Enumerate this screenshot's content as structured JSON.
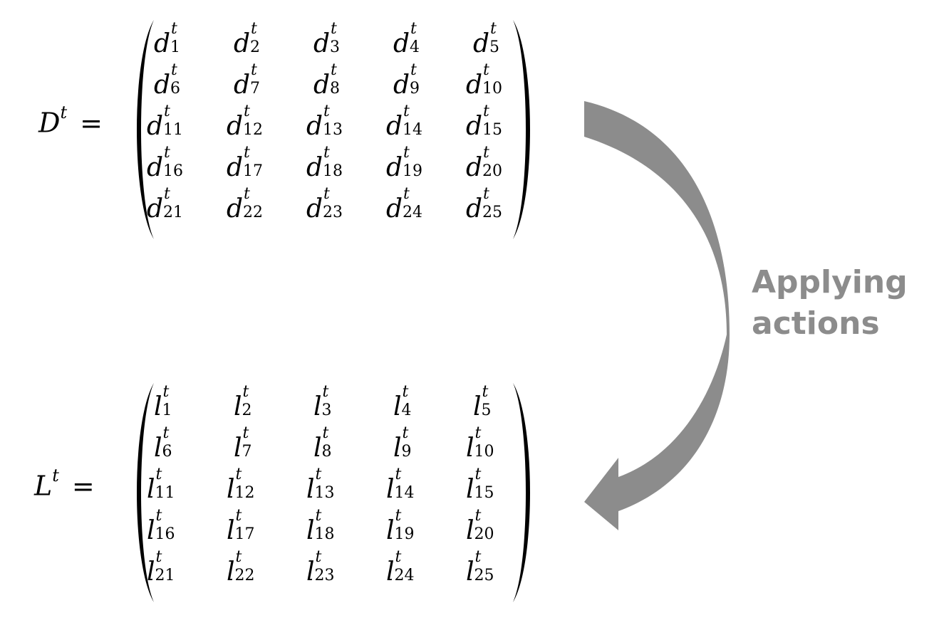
{
  "matrices": [
    {
      "symbol": "D",
      "superscript": "t",
      "equals": "=",
      "entry_symbol": "d",
      "entry_superscript": "t",
      "entries": [
        "1",
        "2",
        "3",
        "4",
        "5",
        "6",
        "7",
        "8",
        "9",
        "10",
        "11",
        "12",
        "13",
        "14",
        "15",
        "16",
        "17",
        "18",
        "19",
        "20",
        "21",
        "22",
        "23",
        "24",
        "25"
      ]
    },
    {
      "symbol": "L",
      "superscript": "t",
      "equals": "=",
      "entry_symbol": "l",
      "entry_superscript": "t",
      "entries": [
        "1",
        "2",
        "3",
        "4",
        "5",
        "6",
        "7",
        "8",
        "9",
        "10",
        "11",
        "12",
        "13",
        "14",
        "15",
        "16",
        "17",
        "18",
        "19",
        "20",
        "21",
        "22",
        "23",
        "24",
        "25"
      ]
    }
  ],
  "arrow": {
    "label_line1": "Applying",
    "label_line2": "actions",
    "color": "#8c8c8c"
  }
}
